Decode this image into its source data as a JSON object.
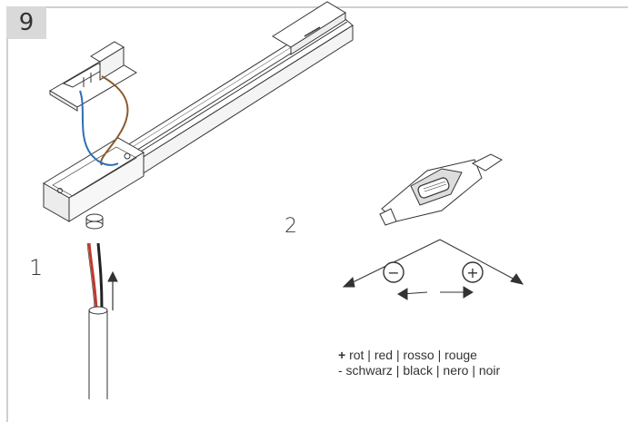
{
  "step": {
    "number": "9"
  },
  "labels": {
    "one": "1",
    "two": "2"
  },
  "polarity": {
    "minus_symbol": "−",
    "plus_symbol": "+"
  },
  "legend": {
    "plus_sign": "+",
    "plus_text": " rot | red | rosso | rouge",
    "minus_text": "- schwarz | black | nero | noir"
  },
  "colors": {
    "red_wire": "#c0392b",
    "black_wire": "#222222",
    "brown_wire": "#8b5a2b",
    "blue_wire": "#2f6db5",
    "badge": "#d9d9d9",
    "line": "#333333"
  },
  "icons": [
    "track-adapter",
    "cable",
    "connector",
    "arrow"
  ]
}
